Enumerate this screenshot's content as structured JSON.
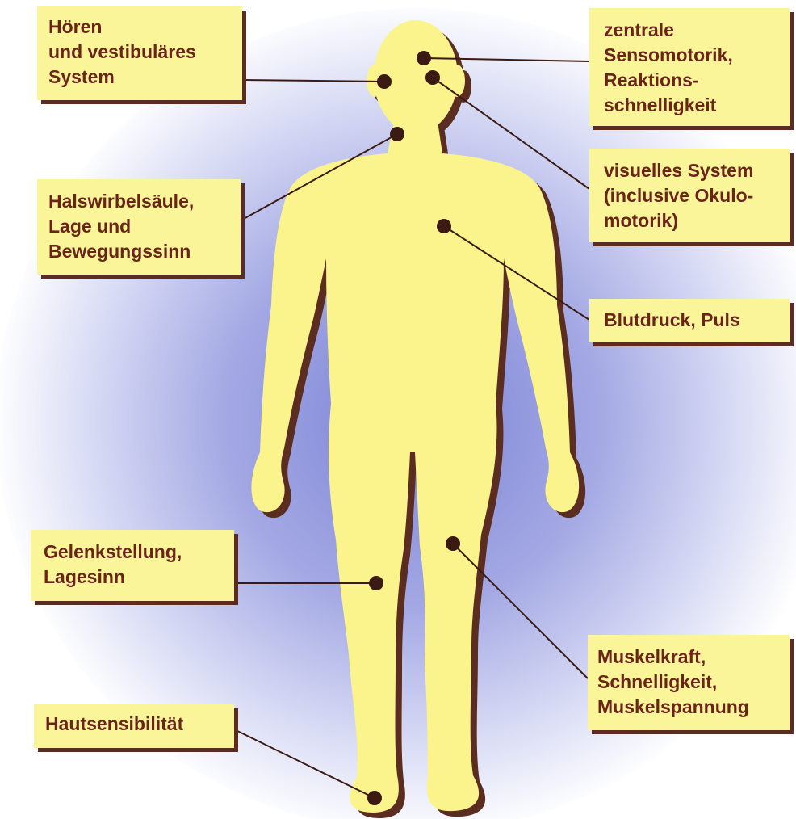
{
  "labels": {
    "hoeren": [
      "Hören",
      "und vestibuläres",
      "System"
    ],
    "zentrale": [
      "zentrale",
      "Sensomotorik,",
      "Reaktions-",
      "schnelligkeit"
    ],
    "halswirbel": [
      "Halswirbelsäule,",
      "Lage und",
      "Bewegungssinn"
    ],
    "visuell": [
      "visuelles System",
      "(inclusive Okulo-",
      "motorik)"
    ],
    "blutdruck": [
      "Blutdruck, Puls"
    ],
    "gelenk": [
      "Gelenkstellung,",
      "Lagesinn"
    ],
    "muskel": [
      "Muskelkraft,",
      "Schnelligkeit,",
      "Muskelspannung"
    ],
    "haut": [
      "Hautsensibilität"
    ]
  },
  "colors": {
    "box_fill": "#fbf59a",
    "text": "#6b2418",
    "body_fill": "#fbf38c",
    "body_shadow": "#5a2d20",
    "dot": "#3a1a12",
    "glow": "#8d93dd"
  }
}
